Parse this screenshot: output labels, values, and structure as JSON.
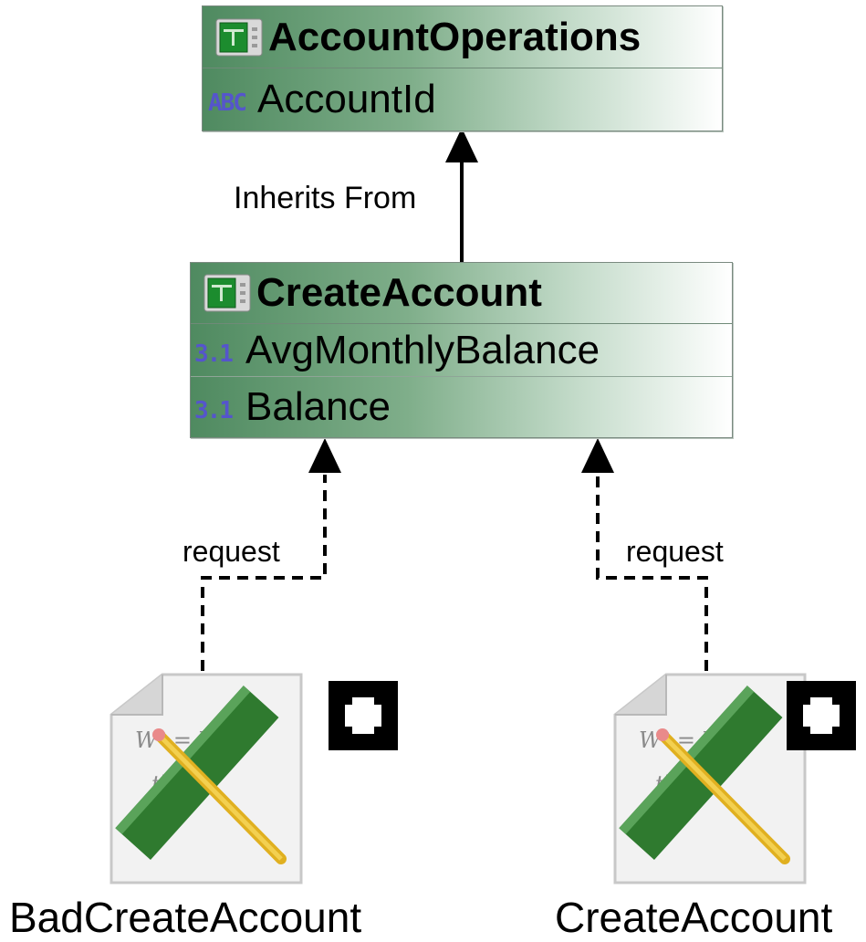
{
  "classes": {
    "account_operations": {
      "name": "AccountOperations",
      "icon": "class-icon",
      "attributes": [
        {
          "name": "AccountId",
          "icon": "string-type-icon",
          "icon_text": "ABC"
        }
      ]
    },
    "create_account": {
      "name": "CreateAccount",
      "icon": "class-icon",
      "attributes": [
        {
          "name": "AvgMonthlyBalance",
          "icon": "number-type-icon",
          "icon_text": "3.1"
        },
        {
          "name": "Balance",
          "icon": "number-type-icon",
          "icon_text": "3.1"
        }
      ]
    }
  },
  "edges": {
    "inherits": {
      "label": "Inherits From"
    },
    "request_left": {
      "label": "request"
    },
    "request_right": {
      "label": "request"
    }
  },
  "nodes": {
    "bad_create_account": {
      "label": "BadCreateAccount",
      "icon": "formula-document-icon"
    },
    "create_account_node": {
      "label": "CreateAccount",
      "icon": "formula-document-icon"
    }
  },
  "colors": {
    "class_gradient_start": "#4f8a60",
    "class_gradient_end": "#ffffff",
    "connector": "#000000"
  }
}
